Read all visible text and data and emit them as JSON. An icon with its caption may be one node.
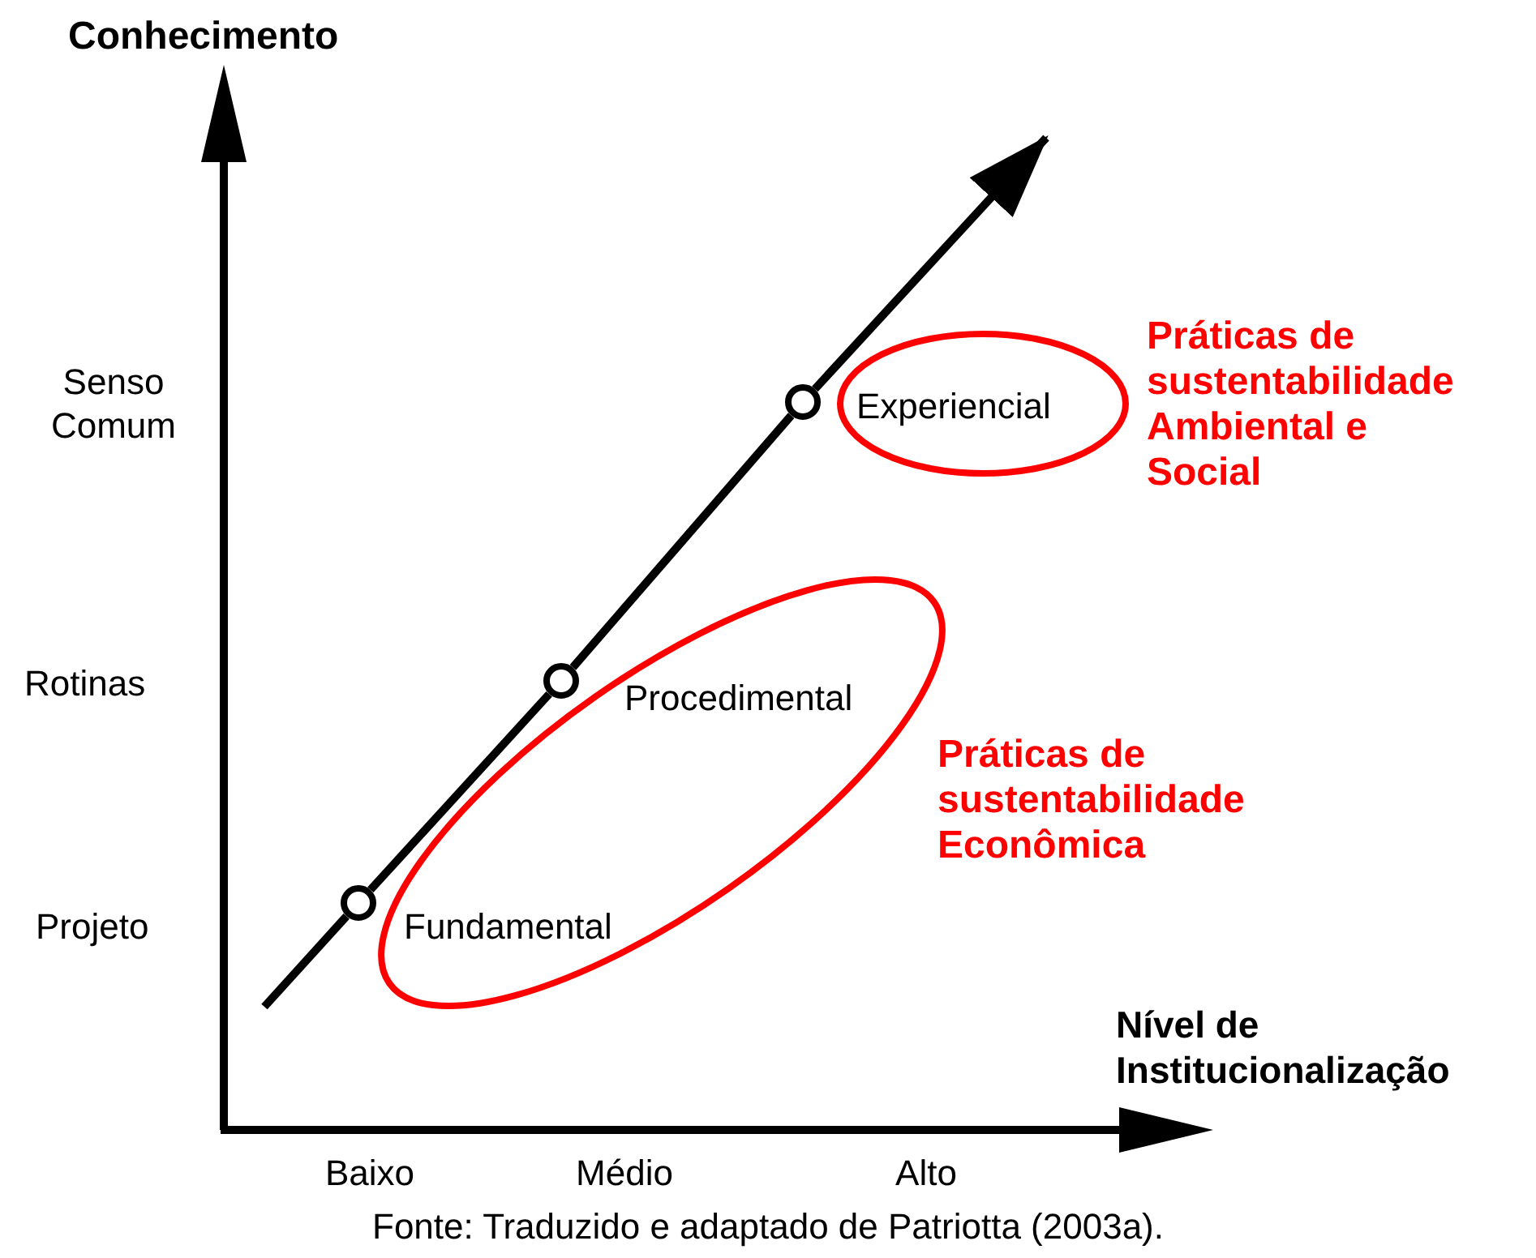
{
  "diagram": {
    "caption": "Fonte: Traduzido e adaptado de Patriotta (2003a).",
    "nodes": [
      {
        "text": [
          "Experiencial"
        ],
        "beside": [
          "Práticas de sustentabilidade Ambiental e Social"
        ]
      },
      {
        "text": [
          "Procedimental",
          "Fundamental"
        ],
        "beside": [
          "Práticas de sustentabilidade Econômica"
        ]
      },
      {
        "text": [],
        "shape": "circle"
      },
      {
        "text": [],
        "shape": "circle"
      },
      {
        "text": [],
        "shape": "circle"
      }
    ],
    "edges": [
      {
        "from": null,
        "to": 2,
        "arrow": "none"
      },
      {
        "from": 2,
        "to": 3,
        "arrow": "none"
      },
      {
        "from": 3,
        "to": 4,
        "arrow": "none"
      },
      {
        "from": 4,
        "to": null,
        "arrow": "to"
      }
    ],
    "labels": [
      "Conhecimento",
      "Senso Comum",
      "Rotinas",
      "Projeto",
      "Nível de Institucionalização",
      "Baixo",
      "Médio",
      "Alto"
    ]
  }
}
